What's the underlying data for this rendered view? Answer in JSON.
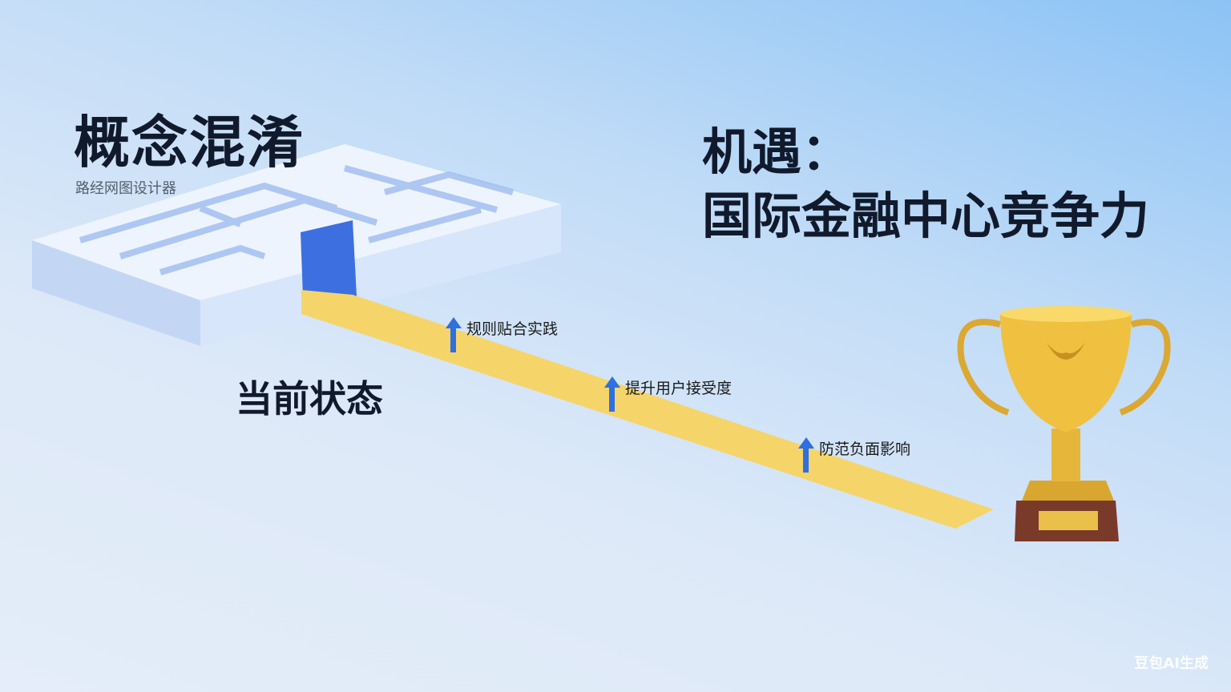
{
  "left": {
    "title": "概念混淆",
    "subtitle": "路经网图设计器",
    "state_label": "当前状态"
  },
  "right": {
    "title_line1": "机遇：",
    "title_line2": "国际金融中心竞争力"
  },
  "milestones": [
    {
      "label": "规则贴合实践"
    },
    {
      "label": "提升用户接受度"
    },
    {
      "label": "防范负面影响"
    }
  ],
  "watermark": "豆包AI生成",
  "colors": {
    "path": "#f5d46a",
    "arrow": "#2f6fe0",
    "title": "#111a2c",
    "maze": "#dbe8fb"
  }
}
